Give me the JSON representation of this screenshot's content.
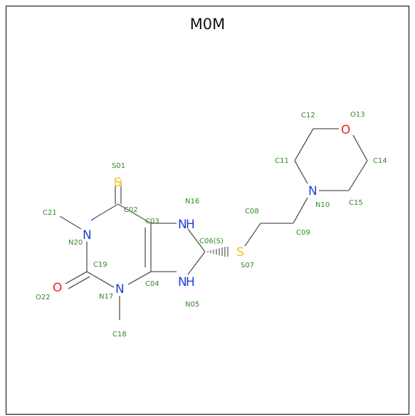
{
  "title": "M0M",
  "colors": {
    "carbon_label": "#2e8b1f",
    "nitrogen": "#1f3fd8",
    "oxygen": "#ee2222",
    "sulfur": "#e8c817",
    "bond": "#555555",
    "frame": "#000000"
  },
  "atoms": {
    "S01": "S",
    "N16": "N",
    "N20": "N",
    "N17": "N",
    "N05": "N",
    "O22": "O",
    "S07": "S",
    "N10": "N",
    "O13": "O",
    "H16": "H",
    "H05": "H"
  },
  "labels": {
    "S01": "S01",
    "C02": "C02",
    "C03": "C03",
    "C04": "C04",
    "N05": "N05",
    "C06": "C06(S)",
    "S07": "S07",
    "C08": "C08",
    "C09": "C09",
    "N10": "N10",
    "C11": "C11",
    "C12": "C12",
    "O13": "O13",
    "C14": "C14",
    "C15": "C15",
    "N16": "N16",
    "N17": "N17",
    "C18": "C18",
    "C19": "C19",
    "N20": "N20",
    "C21": "C21",
    "O22": "O22"
  }
}
